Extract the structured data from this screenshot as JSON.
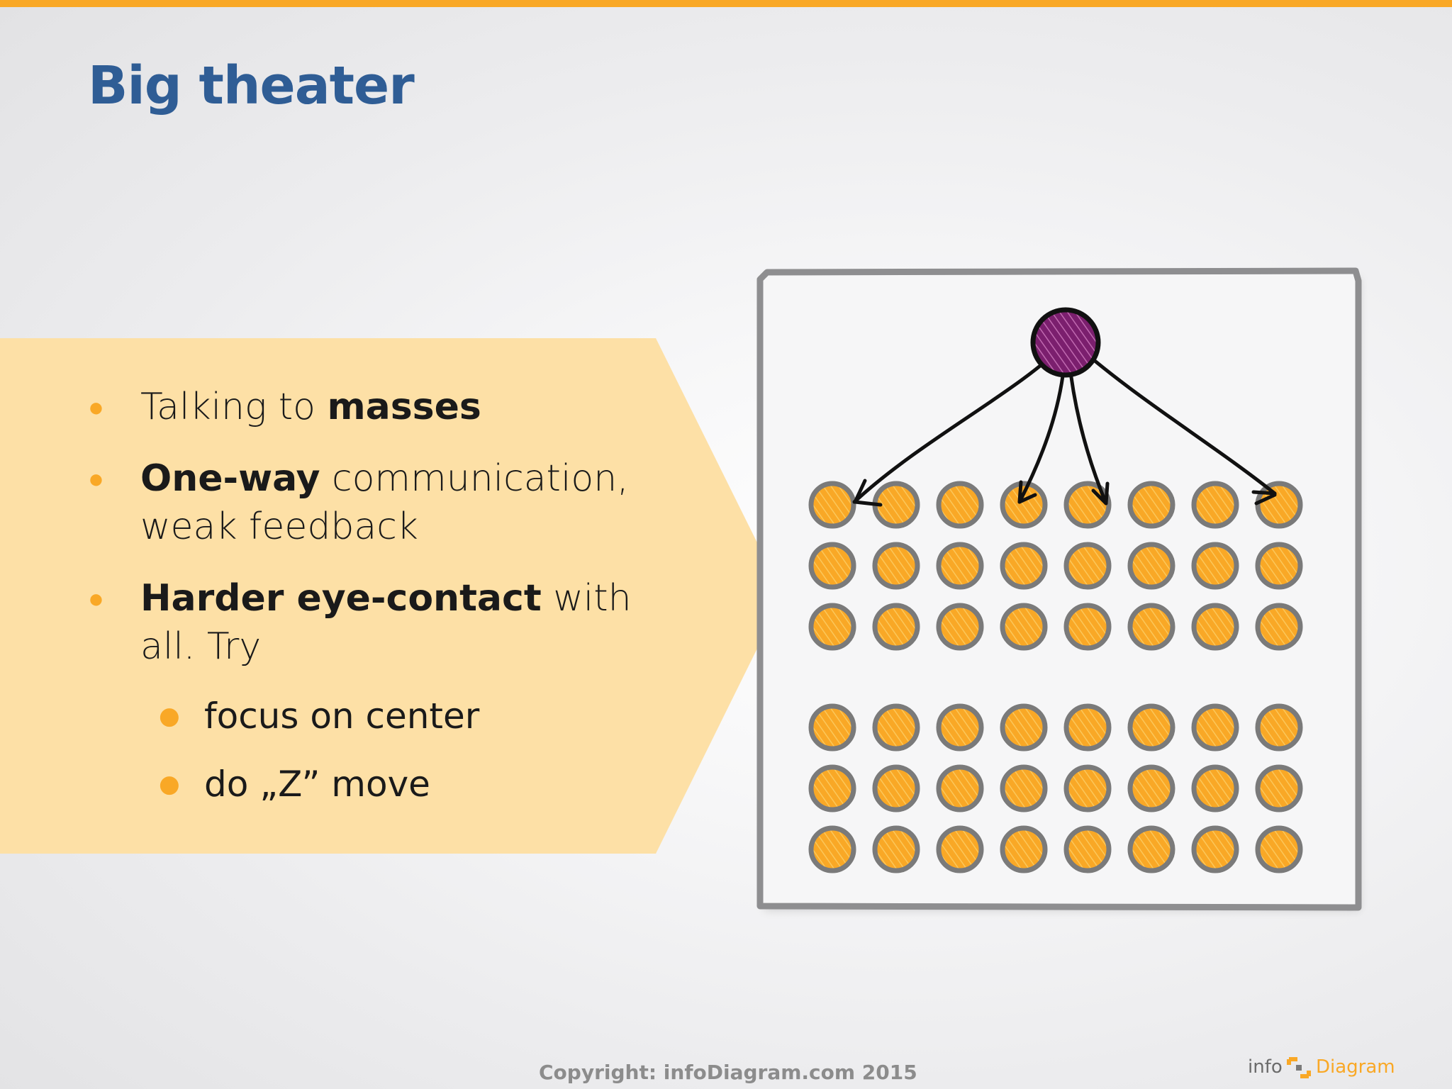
{
  "slide": {
    "title": "Big theater",
    "bullets": [
      {
        "pre": "Talking to ",
        "bold": "masses",
        "post": ""
      },
      {
        "pre": "",
        "bold": "One-way",
        "post": " communication, weak feedback"
      },
      {
        "pre": "",
        "bold": "Harder eye-contact",
        "post": " with all. Try"
      }
    ],
    "subbullets": [
      "focus on center",
      "do „Z” move"
    ]
  },
  "footer": {
    "copyright": "Copyright: infoDiagram.com 2015",
    "logo_left": "info",
    "logo_right": "Diagram"
  },
  "colors": {
    "accent": "#f9a826",
    "title": "#2f5d95",
    "banner": "#fde0a6",
    "speaker": "#7b1f6e",
    "seat_fill": "#f9a826",
    "seat_ring": "#7a7a7a",
    "frame": "#8e8e90"
  },
  "diagram": {
    "seat_rows": 6,
    "seat_cols": 8,
    "arrow_targets": [
      "row 1 seat 1",
      "row 1 seat 4",
      "row 1 seat 5",
      "row 1 seat 8"
    ]
  },
  "icons": [
    "bullet-dot-icon",
    "speaker-icon",
    "seat-icon",
    "arrow-icon",
    "infodiagram-logo-icon"
  ]
}
